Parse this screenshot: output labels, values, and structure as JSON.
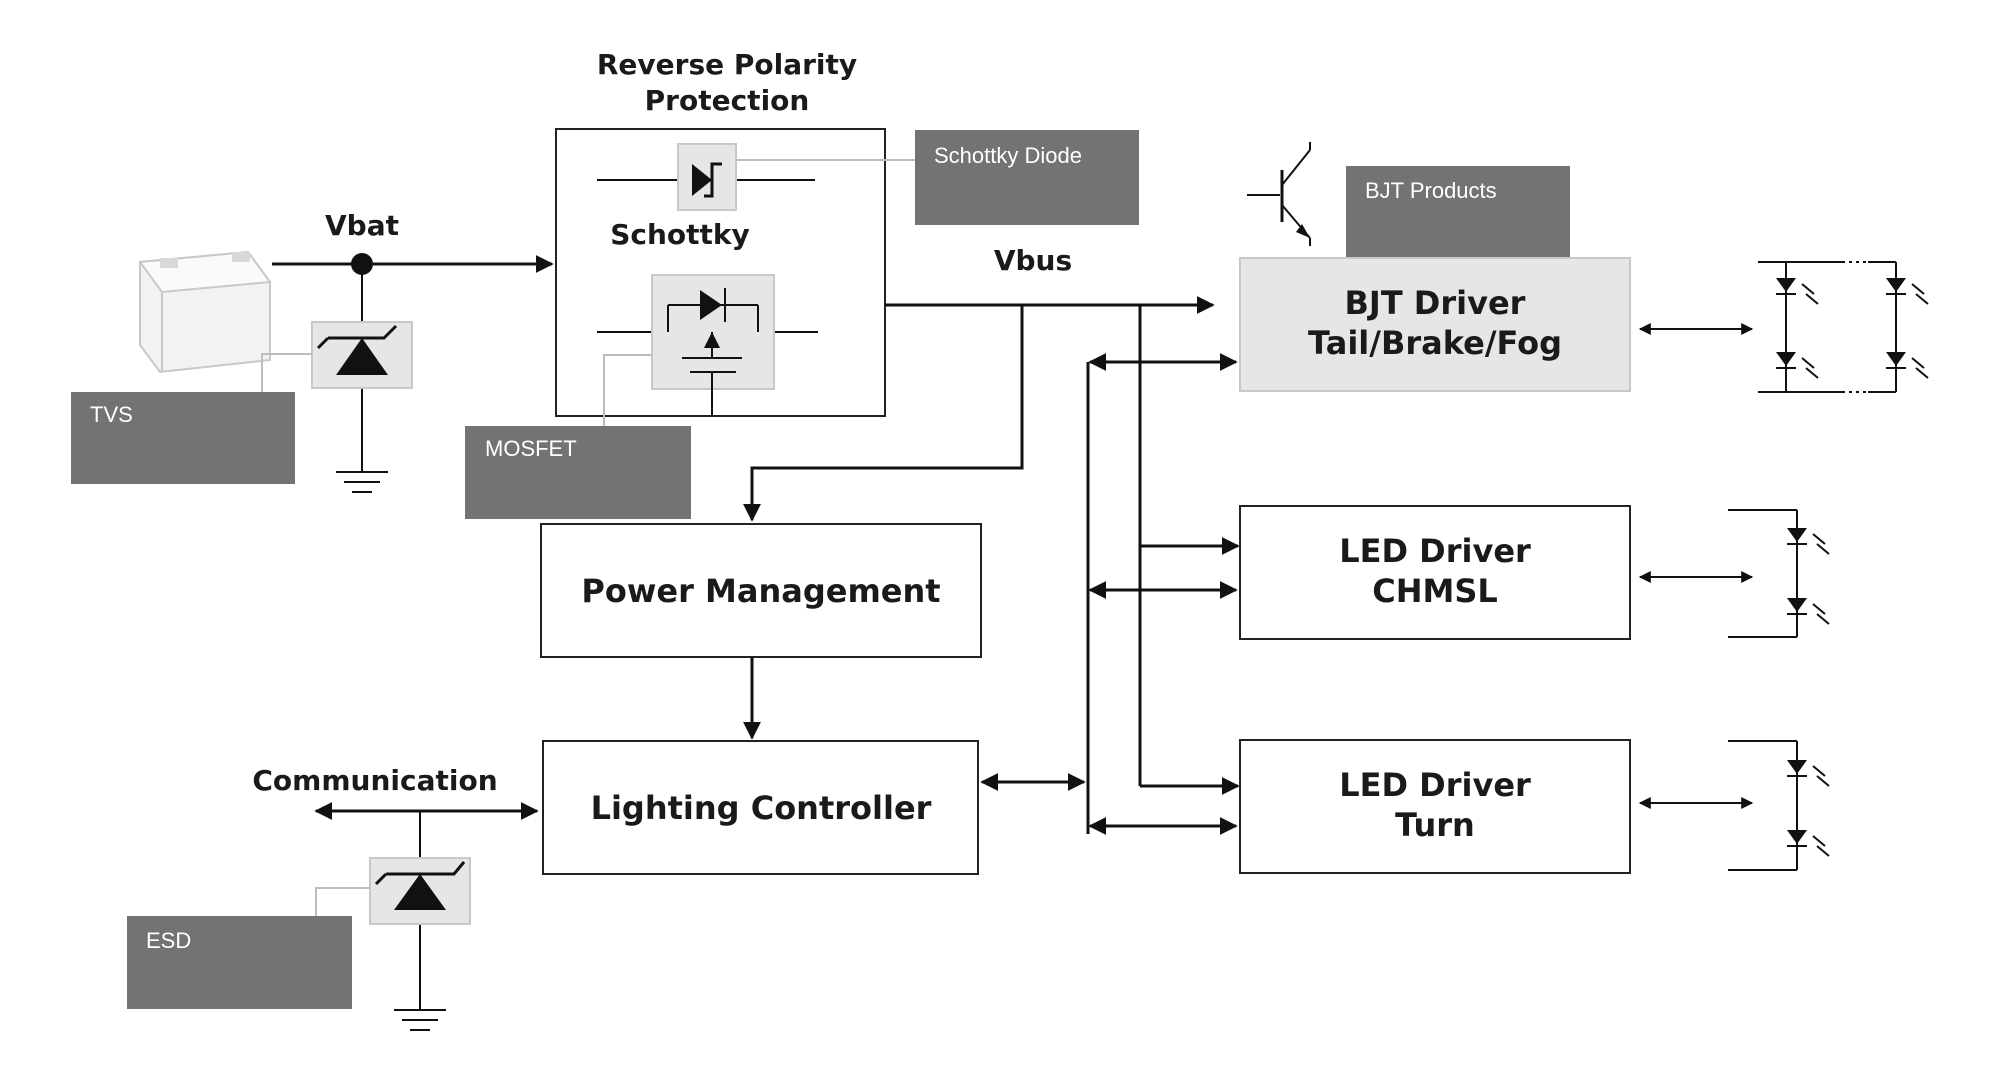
{
  "diagram": {
    "reverse_polarity_title": [
      "Reverse Polarity",
      "Protection"
    ],
    "vbat_label": "Vbat",
    "vbus_label": "Vbus",
    "schottky_label": "Schottky",
    "communication_label": "Communication",
    "blocks": {
      "bjt_driver": [
        "BJT Driver",
        "Tail/Brake/Fog"
      ],
      "led_driver_chmsl": [
        "LED Driver",
        "CHMSL"
      ],
      "led_driver_turn": [
        "LED Driver",
        "Turn"
      ],
      "power_management": "Power Management",
      "lighting_controller": "Lighting Controller"
    },
    "callouts": {
      "tvs": "TVS",
      "mosfet": "MOSFET",
      "schottky_diode": "Schottky Diode",
      "bjt_products": "BJT Products",
      "esd": "ESD"
    },
    "colors": {
      "callout_fill": "#737373",
      "highlight_fill": "#e6e6e6",
      "wire": "#111111"
    }
  }
}
